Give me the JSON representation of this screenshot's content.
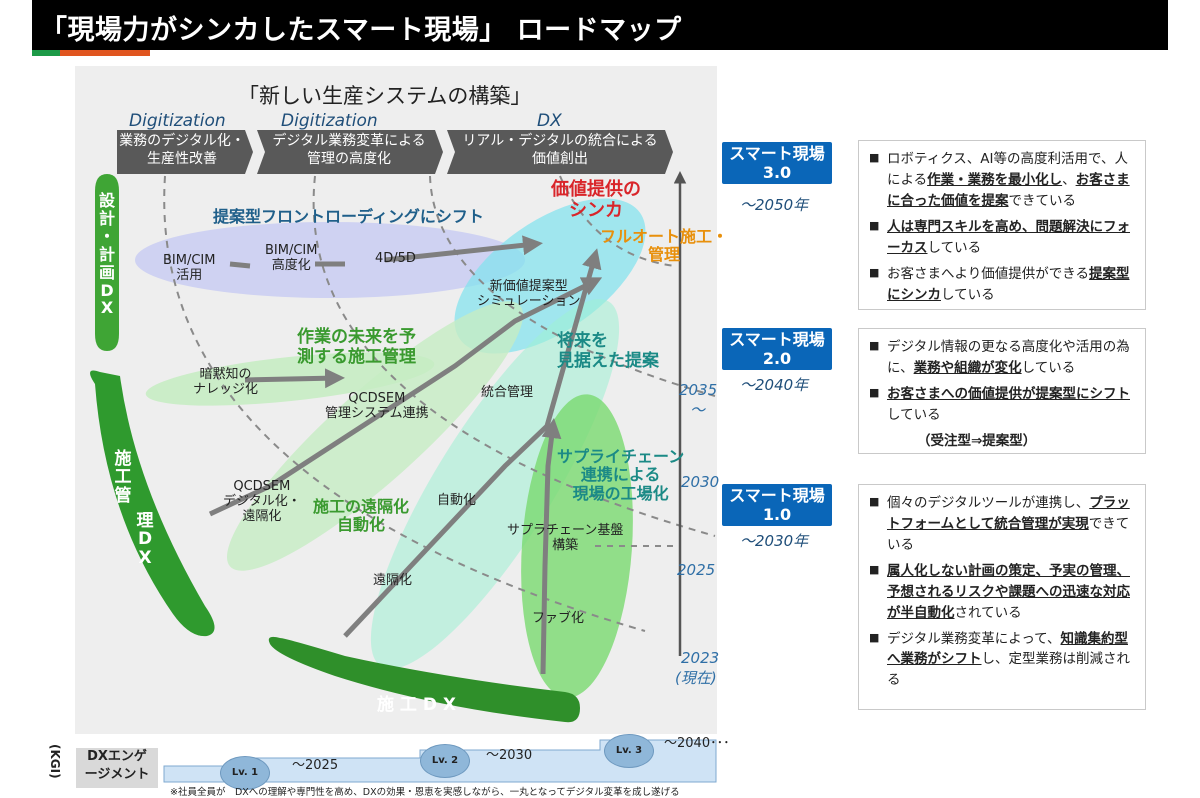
{
  "header": {
    "title": "「現場力がシンカしたスマート現場」 ロードマップ"
  },
  "diagram": {
    "heading": "「新しい生産システムの構築」",
    "phases": [
      {
        "era": "Digitization",
        "label_line1": "業務のデジタル化・",
        "label_line2": "生産性改善"
      },
      {
        "era": "Digitization",
        "label_line1": "デジタル業務変革による",
        "label_line2": "管理の高度化"
      },
      {
        "era": "DX",
        "label_line1": "リアル・デジタルの統合による",
        "label_line2": "価値創出"
      }
    ],
    "pillars": {
      "design": {
        "line1": "設",
        "line2": "計",
        "line3": "・",
        "line4": "計",
        "line5": "画",
        "line6": "D",
        "line7": "X"
      },
      "management": {
        "line1": "施",
        "line2": "工",
        "line3": "管",
        "line4": "理",
        "line5": "D",
        "line6": "X"
      },
      "construction": "施 工 D X"
    },
    "value": {
      "line1": "価値提供の",
      "line2": "シンカ"
    },
    "full_auto": {
      "line1": "フルオート施工・",
      "line2": "管理"
    },
    "frontloading": "提案型フロントローディングにシフト",
    "bim1": {
      "line1": "BIM/CIM",
      "line2": "活用"
    },
    "bim2": {
      "line1": "BIM/CIM",
      "line2": "高度化"
    },
    "bim3": "4D/5D",
    "sim": {
      "line1": "新価値提案型",
      "line2": "シミュレーション"
    },
    "future_mgmt": {
      "line1": "作業の未来を予",
      "line2": "測する施工管理"
    },
    "proposal": {
      "line1": "将来を",
      "line2": "見据えた提案"
    },
    "tacit": {
      "line1": "暗黙知の",
      "line2": "ナレッジ化"
    },
    "qcdsem1": {
      "line1": "QCDSEM",
      "line2": "管理システム連携"
    },
    "integrated": "統合管理",
    "supply": {
      "line1": "サプライチェーン",
      "line2": "連携による",
      "line3": "現場の工場化"
    },
    "qcdsem2": {
      "line1": "QCDSEM",
      "line2": "デジタル化・",
      "line3": "遠隔化"
    },
    "remote": {
      "line1": "施工の遠隔化",
      "line2": "自動化"
    },
    "automation": "自動化",
    "supply_base": {
      "line1": "サプラチェーン基盤",
      "line2": "構築"
    },
    "remote2": "遠隔化",
    "fab": "ファブ化",
    "years": {
      "y2035": "2035",
      "tilde": "〜",
      "y2030": "2030",
      "y2025": "2025",
      "y2023": "2023",
      "now": "(現在)"
    }
  },
  "levels": [
    {
      "badge_line1": "スマート現場",
      "badge_line2": "3.0",
      "target": "〜2050年",
      "items": [
        [
          {
            "t": "ロボティクス、AI等の高度利活用で、人による"
          },
          {
            "t": "作業・業務を最小化し",
            "b": true
          },
          {
            "t": "、"
          },
          {
            "t": "お客さまに合った価値を提案",
            "b": true
          },
          {
            "t": "できている"
          }
        ],
        [
          {
            "t": "人は専門スキルを高め、問題解決にフォーカス",
            "b": true
          },
          {
            "t": "している"
          }
        ],
        [
          {
            "t": "お客さまへより価値提供ができる"
          },
          {
            "t": "提案型にシンカ",
            "b": true
          },
          {
            "t": "している"
          }
        ]
      ]
    },
    {
      "badge_line1": "スマート現場",
      "badge_line2": "2.0",
      "target": "〜2040年",
      "items": [
        [
          {
            "t": "デジタル情報の更なる高度化や活用の為に、"
          },
          {
            "t": "業務や組織が変化",
            "b": true
          },
          {
            "t": "している"
          }
        ],
        [
          {
            "t": "お客さまへの価値提供が提案型にシフト",
            "b": true
          },
          {
            "t": "している"
          }
        ]
      ],
      "extra": "（受注型⇒提案型）"
    },
    {
      "badge_line1": "スマート現場",
      "badge_line2": "1.0",
      "target": "〜2030年",
      "items": [
        [
          {
            "t": "個々のデジタルツールが連携し、"
          },
          {
            "t": "プラットフォームとして統合管理が実現",
            "b": true
          },
          {
            "t": "できている"
          }
        ],
        [
          {
            "t": "属人化しない計画の策定、予実の管理、予想されるリスクや課題への迅速な対応が半自動化",
            "b": true
          },
          {
            "t": "されている"
          }
        ],
        [
          {
            "t": "デジタル業務変革によって、"
          },
          {
            "t": "知識集約型へ業務がシフト",
            "b": true
          },
          {
            "t": "し、定型業務は削減される"
          }
        ]
      ]
    }
  ],
  "bottom": {
    "kgi": "(KGI)",
    "dx_engagement": {
      "line1": "DXエンゲ",
      "line2": "ージメント"
    },
    "lv1": "Lv. 1",
    "p1": "〜2025",
    "lv2": "Lv. 2",
    "p2": "〜2030",
    "lv3": "Lv. 3",
    "p3": "〜2040･･･",
    "note": "※社員全員が　DXへの理解や専門性を高め、DXの効果・恩恵を実感しながら、一丸となってデジタル変革を成し遂げる"
  },
  "colors": {
    "header_bg": "#000000",
    "accent_green": "#1d9a47",
    "accent_orange": "#e0551f",
    "badge_blue": "#0a66b8",
    "value_red": "#d9252a",
    "auto_orange": "#e8900c"
  }
}
